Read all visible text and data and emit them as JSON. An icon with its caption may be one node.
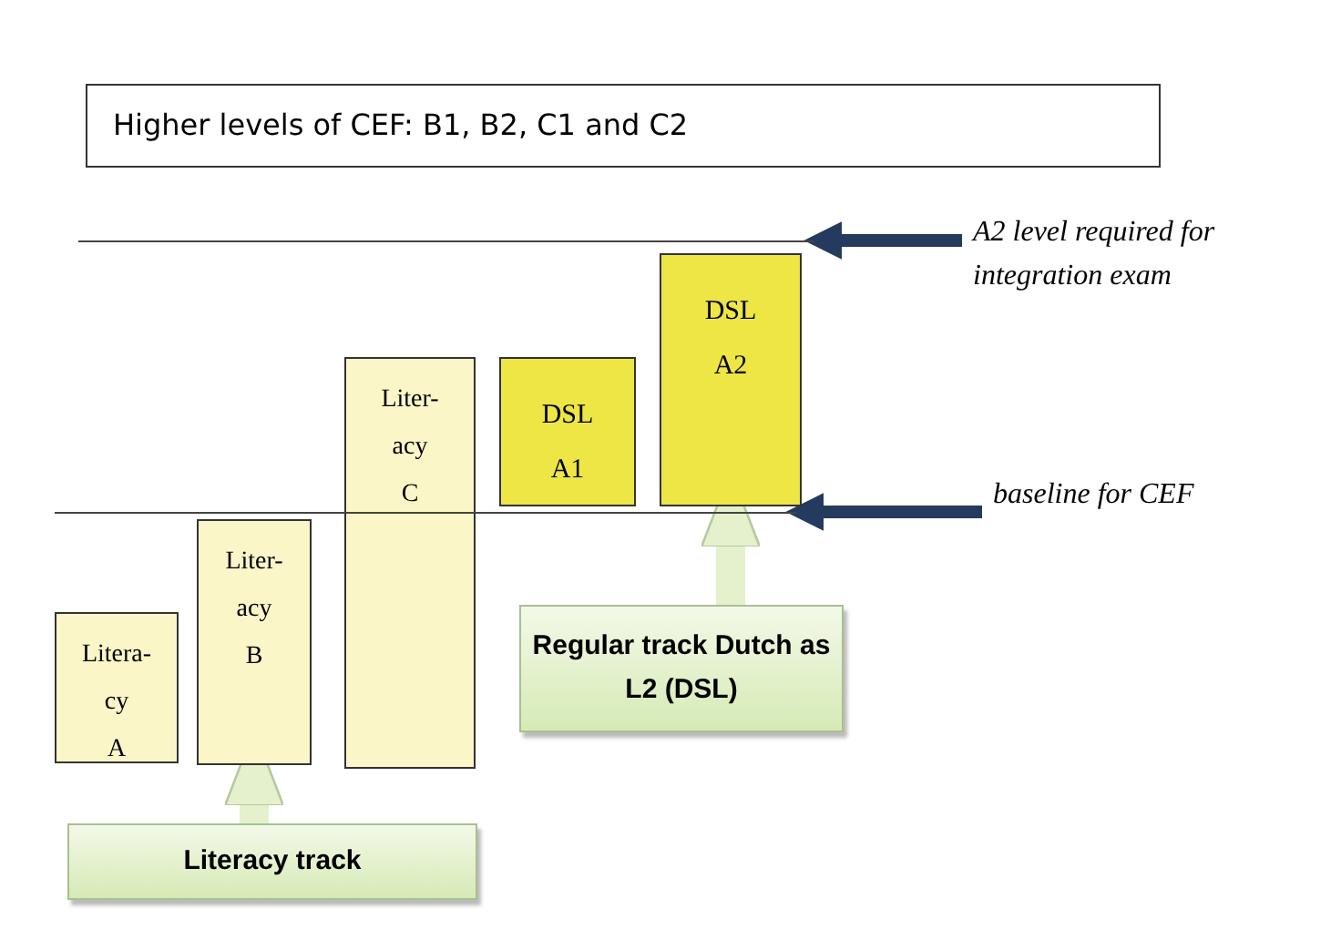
{
  "diagram": {
    "nodes": [
      {
        "text": [
          "Higher levels of CEF: B1, B2, C1 and C2"
        ]
      },
      {
        "text": [],
        "shape": "line"
      },
      {
        "text": [
          "A2 level required for integration exam"
        ]
      },
      {
        "text": [
          "DSL A2"
        ]
      },
      {
        "text": [
          "Liter- acy C"
        ]
      },
      {
        "text": [
          "DSL A1"
        ]
      },
      {
        "text": [],
        "shape": "line"
      },
      {
        "text": [
          "baseline for CEF"
        ]
      },
      {
        "text": [
          "Liter- acy B"
        ]
      },
      {
        "text": [
          "Litera- cy A"
        ]
      },
      {
        "text": [
          "Regular track Dutch as L2 (DSL)"
        ]
      },
      {
        "text": [
          "Literacy track"
        ]
      }
    ],
    "edges": [
      {
        "from": 2,
        "to": 1,
        "arrow": "to",
        "color": "#243a5e"
      },
      {
        "from": 7,
        "to": 6,
        "arrow": "to",
        "color": "#243a5e"
      },
      {
        "from": 11,
        "to": 8,
        "arrow": "to",
        "style": "thick",
        "color": "#e4f1cc"
      },
      {
        "from": 10,
        "to": 3,
        "arrow": "to",
        "style": "thick",
        "color": "#e4f1cc"
      }
    ]
  }
}
